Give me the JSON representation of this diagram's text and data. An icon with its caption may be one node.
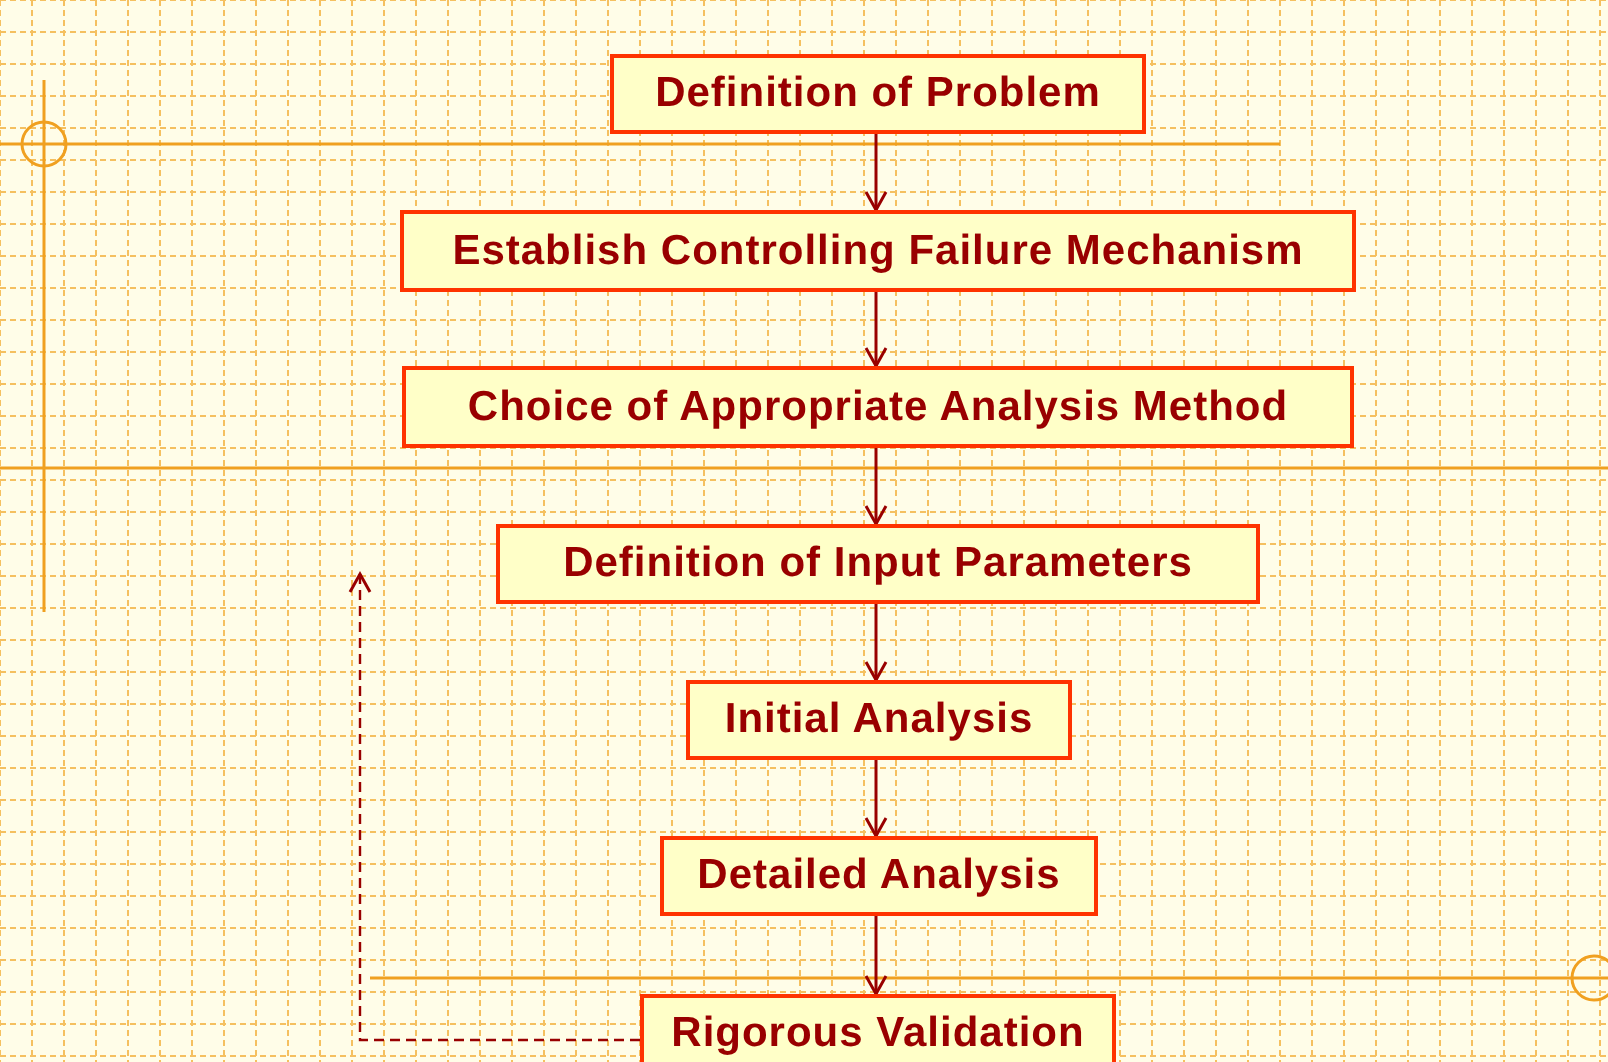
{
  "diagram": {
    "nodes": [
      {
        "text": [
          "Definition of Problem"
        ]
      },
      {
        "text": [
          "Establish Controlling Failure Mechanism"
        ]
      },
      {
        "text": [
          "Choice of Appropriate Analysis Method"
        ]
      },
      {
        "text": [
          "Definition of Input Parameters"
        ]
      },
      {
        "text": [
          "Initial Analysis"
        ]
      },
      {
        "text": [
          "Detailed Analysis"
        ]
      },
      {
        "text": [
          "Rigorous Validation"
        ]
      }
    ],
    "edges": [
      {
        "from": 0,
        "to": 1,
        "arrow": "to"
      },
      {
        "from": 1,
        "to": 2,
        "arrow": "to"
      },
      {
        "from": 2,
        "to": 3,
        "arrow": "to"
      },
      {
        "from": 3,
        "to": 4,
        "arrow": "to"
      },
      {
        "from": 4,
        "to": 5,
        "arrow": "to"
      },
      {
        "from": 5,
        "to": 6,
        "arrow": "to"
      },
      {
        "from": 6,
        "to": null,
        "arrow": "to",
        "style": "dashed"
      }
    ]
  }
}
